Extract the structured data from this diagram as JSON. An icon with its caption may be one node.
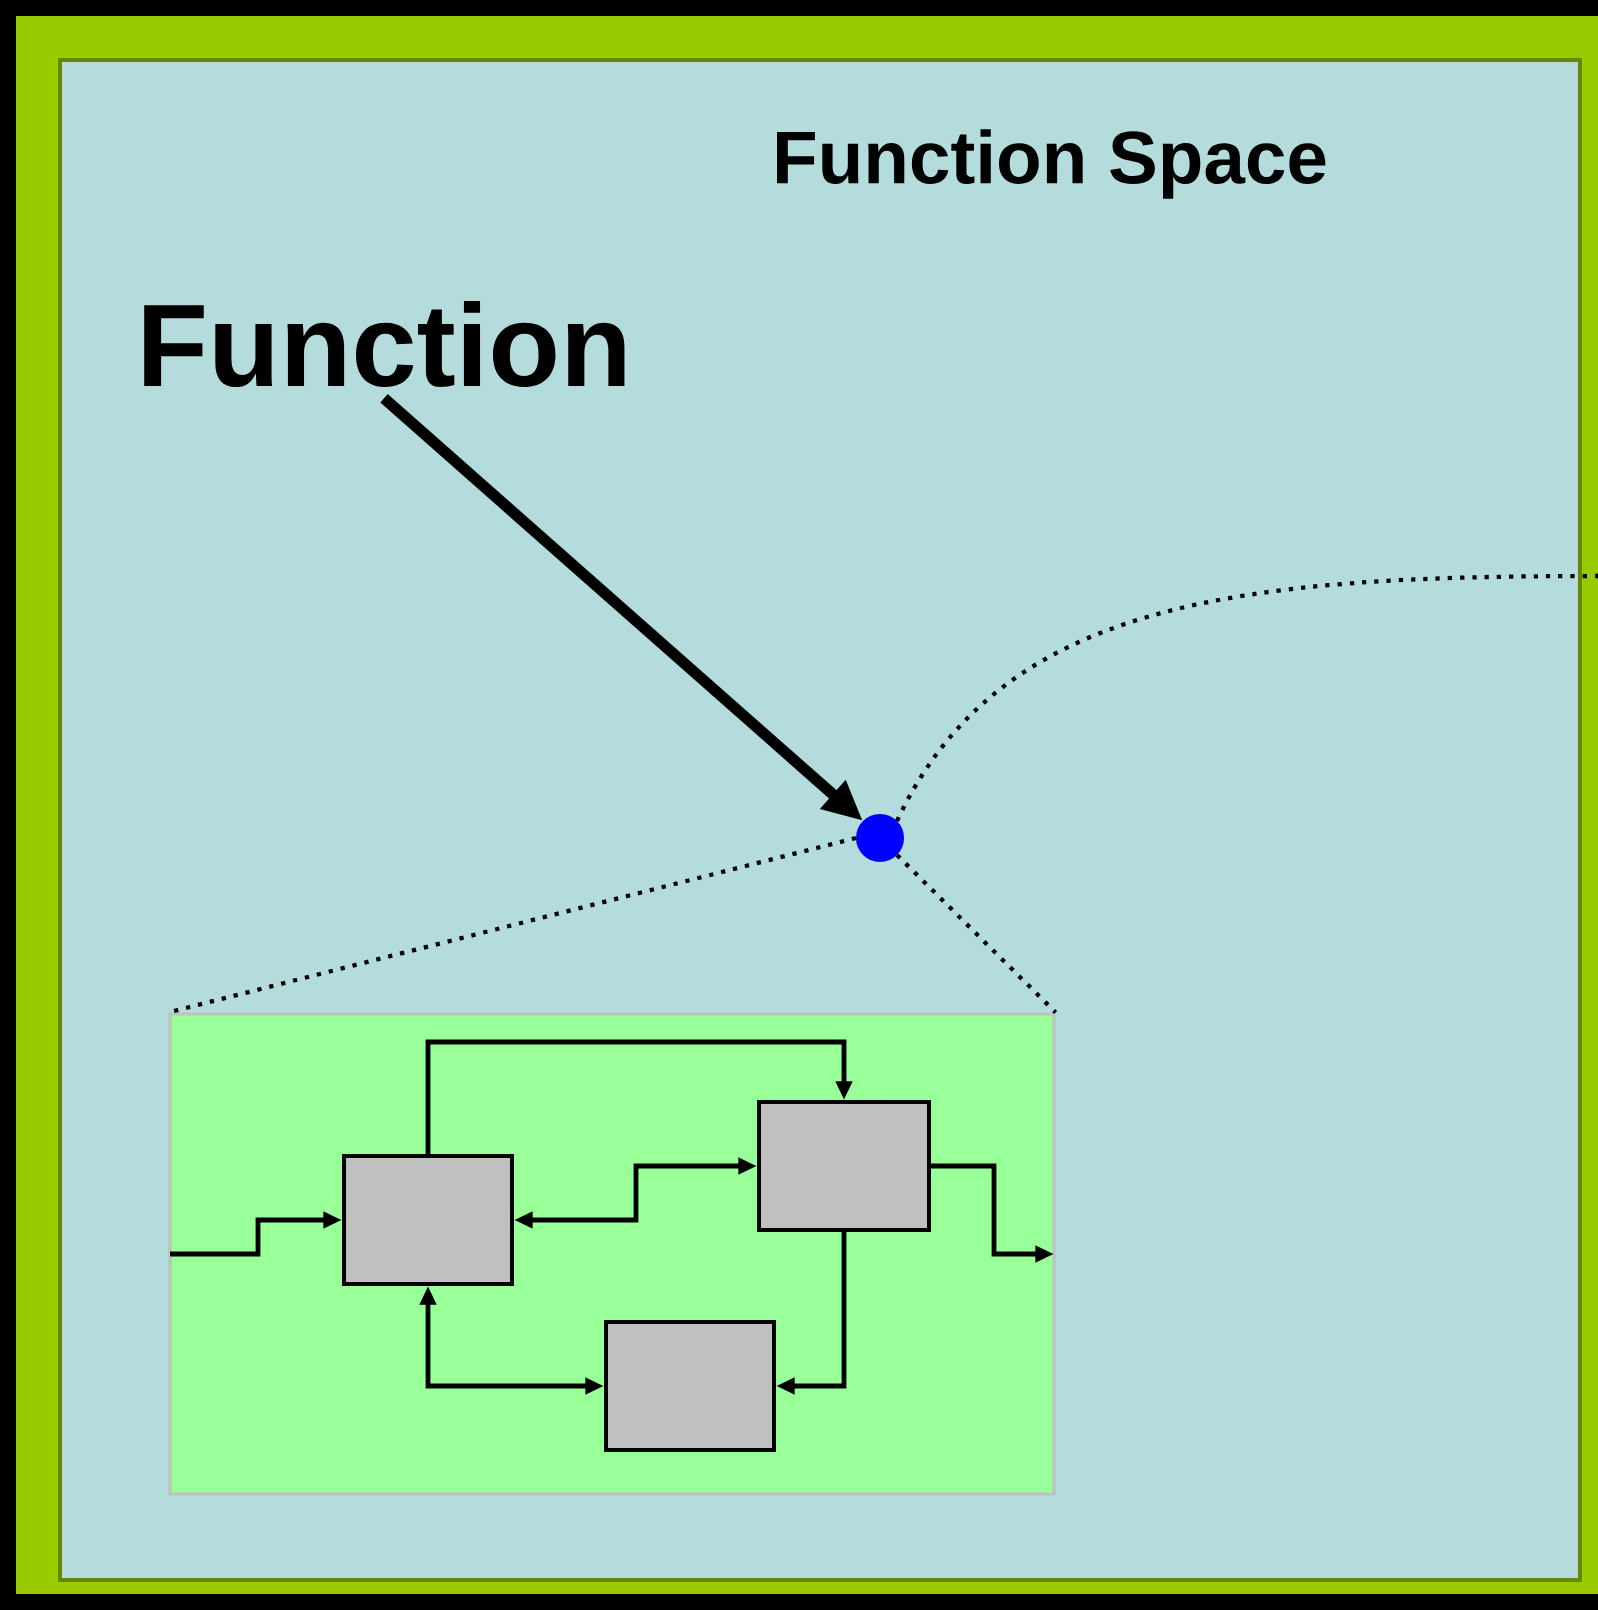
{
  "diagram": {
    "nodes": [
      {
        "text": [
          "Function Space"
        ]
      },
      {
        "text": [
          "Function"
        ],
        "in": 0
      },
      {
        "text": [],
        "shape": "circle",
        "in": 0
      },
      {
        "text": [],
        "shape": "box",
        "in": 0
      },
      {
        "text": [],
        "shape": "box",
        "in": 3
      },
      {
        "text": [],
        "shape": "box",
        "in": 3
      },
      {
        "text": [],
        "shape": "box",
        "in": 3
      }
    ],
    "edges": [
      {
        "from": 1,
        "to": 2,
        "arrow": "to",
        "style": "thick"
      },
      {
        "from": 2,
        "to": null,
        "arrow": "none",
        "style": "dashed"
      },
      {
        "from": 2,
        "to": 3,
        "arrow": "none",
        "style": "dashed"
      },
      {
        "from": 2,
        "to": 3,
        "arrow": "none",
        "style": "dashed"
      },
      {
        "from": null,
        "to": 4,
        "arrow": "to"
      },
      {
        "from": 4,
        "to": 5,
        "arrow": "to"
      },
      {
        "from": 4,
        "to": 5,
        "arrow": "both"
      },
      {
        "from": 5,
        "to": null,
        "arrow": "to"
      },
      {
        "from": 5,
        "to": 6,
        "arrow": "to"
      },
      {
        "from": 4,
        "to": 6,
        "arrow": "both"
      }
    ]
  }
}
